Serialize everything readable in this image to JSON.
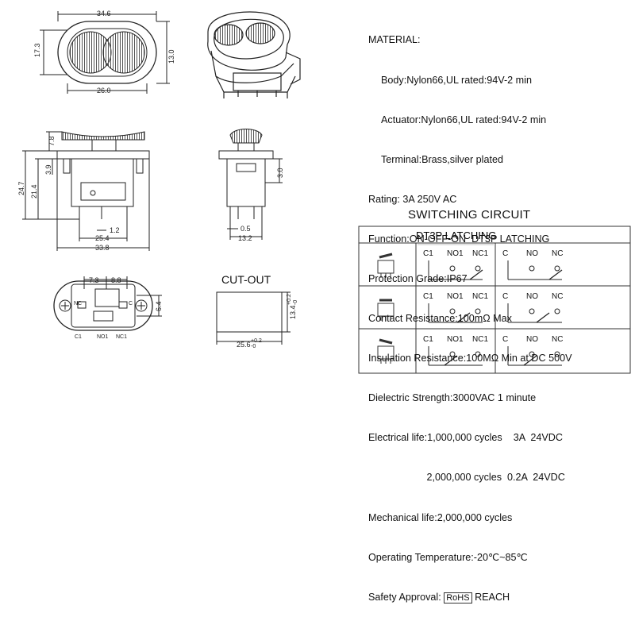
{
  "specs": {
    "heading": "MATERIAL:",
    "body": "Body:Nylon66,UL rated:94V-2 min",
    "actuator": "Actuator:Nylon66,UL rated:94V-2 min",
    "terminal": "Terminal:Brass,silver plated",
    "rating": "Rating: 3A 250V AC",
    "function": "Function:ON-OFF-ON  DT3P LATCHING",
    "protection": "Protection Grade:IP67",
    "contact": "Contact Resistance:100mΩ Max",
    "insulation": "Insulation Resistance:100MΩ Min at DC 500V",
    "dielectric": "Dielectric Strength:3000VAC 1 minute",
    "electrical1": "Electrical life:1,000,000 cycles    3A  24VDC",
    "electrical2": "                     2,000,000 cycles  0.2A  24VDC",
    "mechanical": "Mechanical life:2,000,000 cycles",
    "temperature": "Operating Temperature:-20℃~85℃",
    "safety_label": "Safety Approval:",
    "rohs": "RoHS",
    "reach": "REACH"
  },
  "circuit": {
    "title": "SWITCHING CIRCUIT",
    "header": "DT3P LATCHING",
    "labels_left": [
      "C1",
      "NO1",
      "NC1"
    ],
    "labels_right": [
      "C",
      "NO",
      "NC"
    ]
  },
  "dims": {
    "top_width": "34.6",
    "top_height": "17.3",
    "top_inner_height": "13.0",
    "top_bottom": "26.0",
    "side_78": "7.8",
    "side_39": "3.9",
    "side_247": "24.7",
    "side_214": "21.4",
    "side_12": "1.2",
    "side_254": "25.4",
    "side_338": "33.8",
    "right_30": "3.0",
    "right_05": "0.5",
    "right_132": "13.2",
    "bottom_73": "7.3",
    "bottom_88": "8.8",
    "bottom_64": "6.4",
    "pin_c1": "C1",
    "pin_no1": "NO1",
    "pin_nc1": "NC1",
    "pin_nc": "NC",
    "pin_c": "C",
    "cutout": "CUT-OUT",
    "cutout_h": "13.4",
    "cutout_h_tol": "+0.2",
    "cutout_h_tol2": "-0",
    "cutout_w": "25.6",
    "cutout_w_tol": "+0.2",
    "cutout_w_tol2": "-0"
  }
}
